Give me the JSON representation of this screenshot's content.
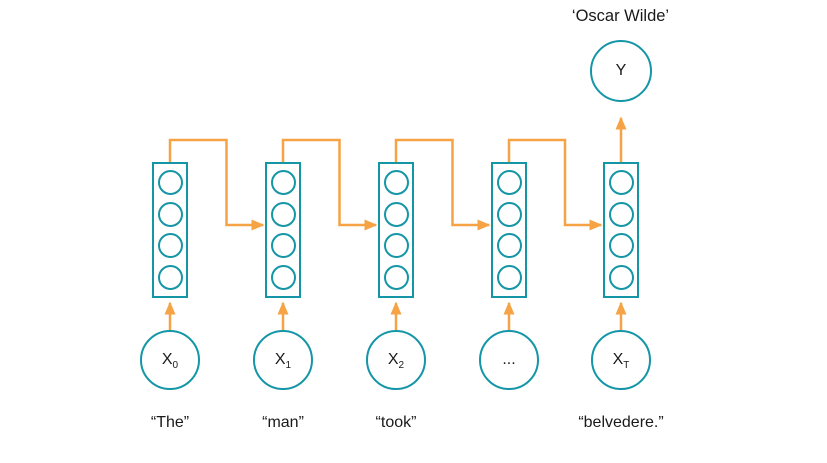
{
  "title": "‘Oscar Wilde’",
  "output_node": {
    "label": "Y"
  },
  "columns": [
    {
      "input_label": "X",
      "input_sub": "0",
      "word": "“The”"
    },
    {
      "input_label": "X",
      "input_sub": "1",
      "word": "“man”"
    },
    {
      "input_label": "X",
      "input_sub": "2",
      "word": "“took”"
    },
    {
      "input_label": "...",
      "input_sub": "",
      "word": ""
    },
    {
      "input_label": "X",
      "input_sub": "T",
      "word": "“belvedere.”"
    }
  ],
  "hidden_units_per_block": 4,
  "colors": {
    "teal": "#1596a7",
    "orange": "#f5a345",
    "text": "#1a1a1a"
  }
}
